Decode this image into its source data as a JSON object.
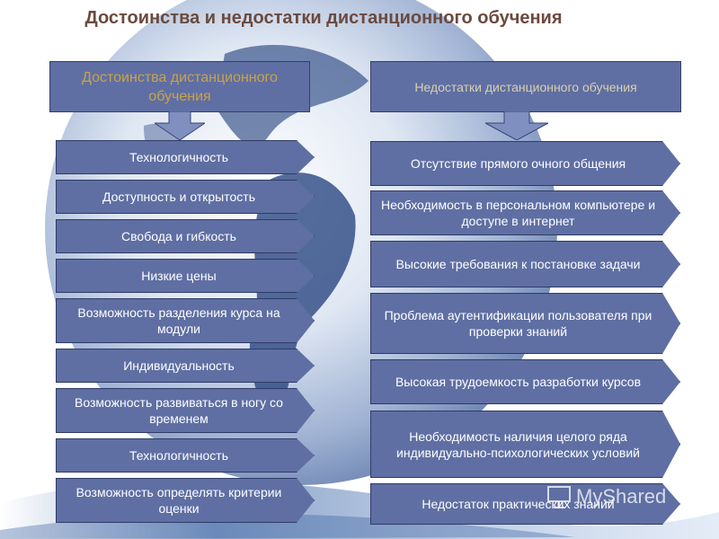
{
  "title": "Достоинства и недостатки дистанционного обучения",
  "advantages": {
    "header": "Достоинства дистанционного обучения",
    "items": [
      "Технологичность",
      "Доступность и открытость",
      "Свобода и гибкость",
      "Низкие цены",
      "Возможность разделения курса на модули",
      "Индивидуальность",
      "Возможность развиваться в ногу со временем",
      "Технологичность",
      "Возможность определять критерии оценки"
    ]
  },
  "disadvantages": {
    "header": "Недостатки дистанционного обучения",
    "items": [
      "Отсутствие прямого очного общения",
      "Необходимость в персональном компьютере и доступе в интернет",
      "Высокие требования к постановке задачи",
      "Проблема аутентификации пользователя при проверки знаний",
      "Высокая трудоемкость  разработки курсов",
      "Необходимость наличия целого ряда индивидуально-психологических условий",
      "Недостаток практических знаний"
    ]
  },
  "watermark": "MyShared",
  "colors": {
    "box_fill": "#5f6fa3",
    "box_border": "#2f3a66",
    "title": "#6b4a3e",
    "left_header_text": "#c9a24a",
    "right_header_text": "#d8d0b0"
  },
  "icons": {
    "arrow": "down-arrow-icon",
    "watermark": "presentation-icon"
  }
}
